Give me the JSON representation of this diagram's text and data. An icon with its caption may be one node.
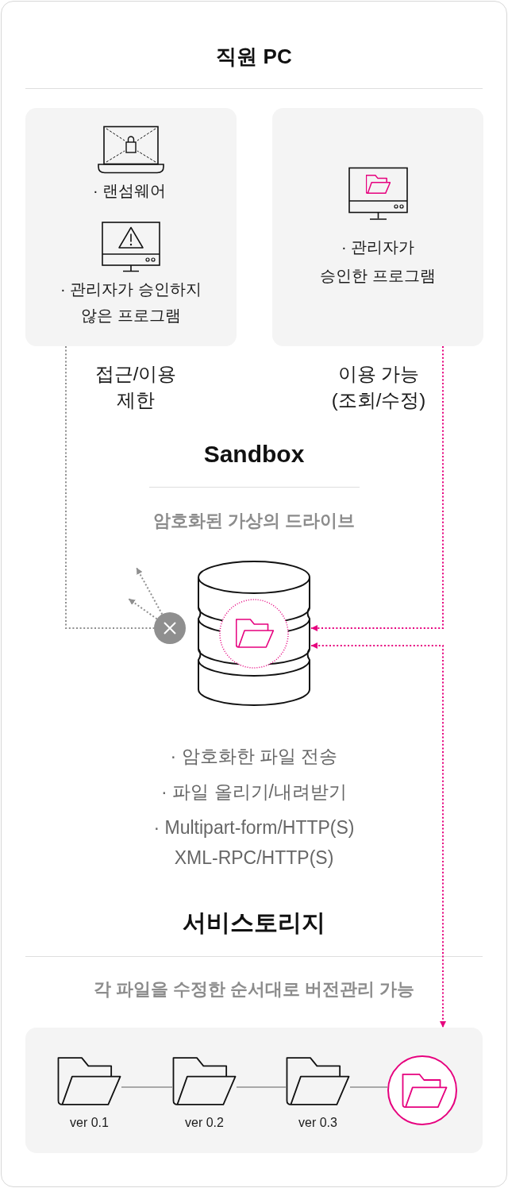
{
  "diagram": {
    "nodes": [
      {
        "text": [
          "· 랜섬웨어",
          "· 관리자가 승인하지 않은 프로그램"
        ],
        "beside": [
          "접근/이용 제한"
        ]
      },
      {
        "text": [
          "· 관리자가 승인한 프로그램"
        ],
        "beside": [
          "이용 가능 (조회/수정)"
        ]
      },
      {
        "text": [],
        "shape": "circle"
      },
      {
        "text": [],
        "shape": "cylinder"
      },
      {
        "text": [],
        "shape": "box"
      },
      {
        "text": [
          "ver 0.1"
        ],
        "in": 4
      },
      {
        "text": [
          "ver 0.2"
        ],
        "in": 4
      },
      {
        "text": [
          "ver 0.3"
        ],
        "in": 4
      },
      {
        "text": [],
        "shape": "circle",
        "in": 4
      }
    ],
    "edges": [
      {
        "from": 0,
        "to": 2,
        "arrow": "none",
        "style": "dashed"
      },
      {
        "from": 2,
        "to": null,
        "arrow": "to",
        "style": "dashed"
      },
      {
        "from": 2,
        "to": null,
        "arrow": "to",
        "style": "dashed"
      },
      {
        "from": 1,
        "to": 3,
        "arrow": "to",
        "style": "dashed",
        "color": "#e6007e"
      },
      {
        "from": 3,
        "to": 4,
        "arrow": "both",
        "style": "dashed",
        "color": "#e6007e"
      },
      {
        "from": 5,
        "to": 6,
        "arrow": "none"
      },
      {
        "from": 6,
        "to": 7,
        "arrow": "none"
      },
      {
        "from": 7,
        "to": 8,
        "arrow": "none"
      }
    ],
    "labels": [
      "직원 PC",
      "Sandbox",
      "암호화된 가상의 드라이브",
      "· 암호화한 파일 전송",
      "· 파일 올리기/내려받기",
      "· Multipart-form/HTTP(S) XML-RPC/HTTP(S)",
      "서비스토리지",
      "각 파일을 수정한 순서대로 버전관리 가능"
    ]
  }
}
